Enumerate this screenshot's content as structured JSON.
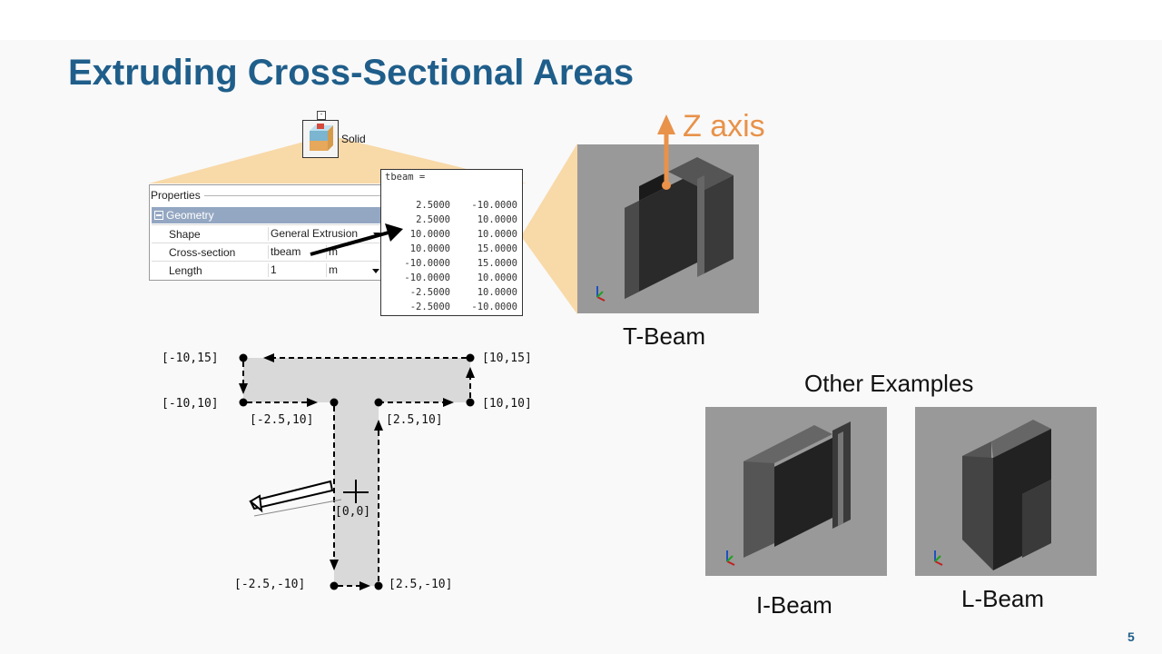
{
  "title": "Extruding Cross-Sectional Areas",
  "solid_label": "Solid",
  "properties": {
    "header": "Properties",
    "group": "Geometry",
    "rows": [
      {
        "label": "Shape",
        "value": "General Extrusion",
        "unit": ""
      },
      {
        "label": "Cross-section",
        "value": "tbeam",
        "unit": "m"
      },
      {
        "label": "Length",
        "value": "1",
        "unit": "m"
      }
    ]
  },
  "matrix": {
    "label": "tbeam =",
    "rows": [
      [
        "2.5000",
        "-10.0000"
      ],
      [
        "2.5000",
        "10.0000"
      ],
      [
        "10.0000",
        "10.0000"
      ],
      [
        "10.0000",
        "15.0000"
      ],
      [
        "-10.0000",
        "15.0000"
      ],
      [
        "-10.0000",
        "10.0000"
      ],
      [
        "-2.5000",
        "10.0000"
      ],
      [
        "-2.5000",
        "-10.0000"
      ]
    ]
  },
  "z_axis_label": "Z axis",
  "tbeam_caption": "T-Beam",
  "other_examples": "Other Examples",
  "ibeam_caption": "I-Beam",
  "lbeam_caption": "L-Beam",
  "points": {
    "p1": "[-10,15]",
    "p2": "[10,15]",
    "p3": "[-10,10]",
    "p4": "[10,10]",
    "p5": "[-2.5,10]",
    "p6": "[2.5,10]",
    "p7": "[0,0]",
    "p8": "[-2.5,-10]",
    "p9": "[2.5,-10]"
  },
  "page_number": "5",
  "colors": {
    "title": "#1f5e8a",
    "axis_arrow": "#e8924a",
    "callout": "#f8d9a8",
    "group_header": "#94a7c2"
  }
}
